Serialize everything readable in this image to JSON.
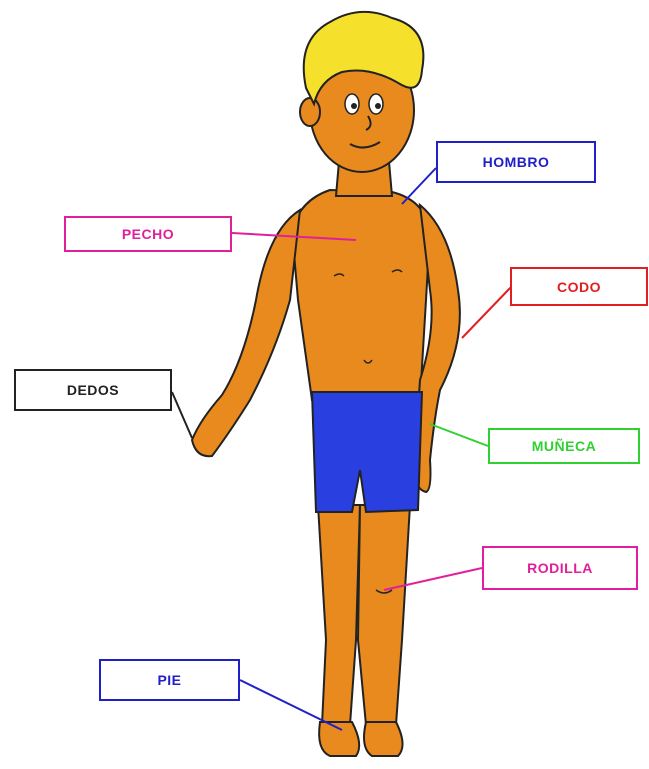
{
  "colors": {
    "skin": "#E88A1E",
    "skin_shadow": "#C9701A",
    "hair": "#F5E12C",
    "shorts": "#2A3FE0",
    "outline": "#222222",
    "blue": "#2020C8",
    "magenta": "#E0209A",
    "red": "#E02020",
    "green": "#30D030",
    "black": "#222222"
  },
  "labels": {
    "hombro": "HOMBRO",
    "pecho": "PECHO",
    "codo": "CODO",
    "dedos": "DEDOS",
    "muneca": "MUÑECA",
    "rodilla": "RODILLA",
    "pie": "PIE"
  }
}
